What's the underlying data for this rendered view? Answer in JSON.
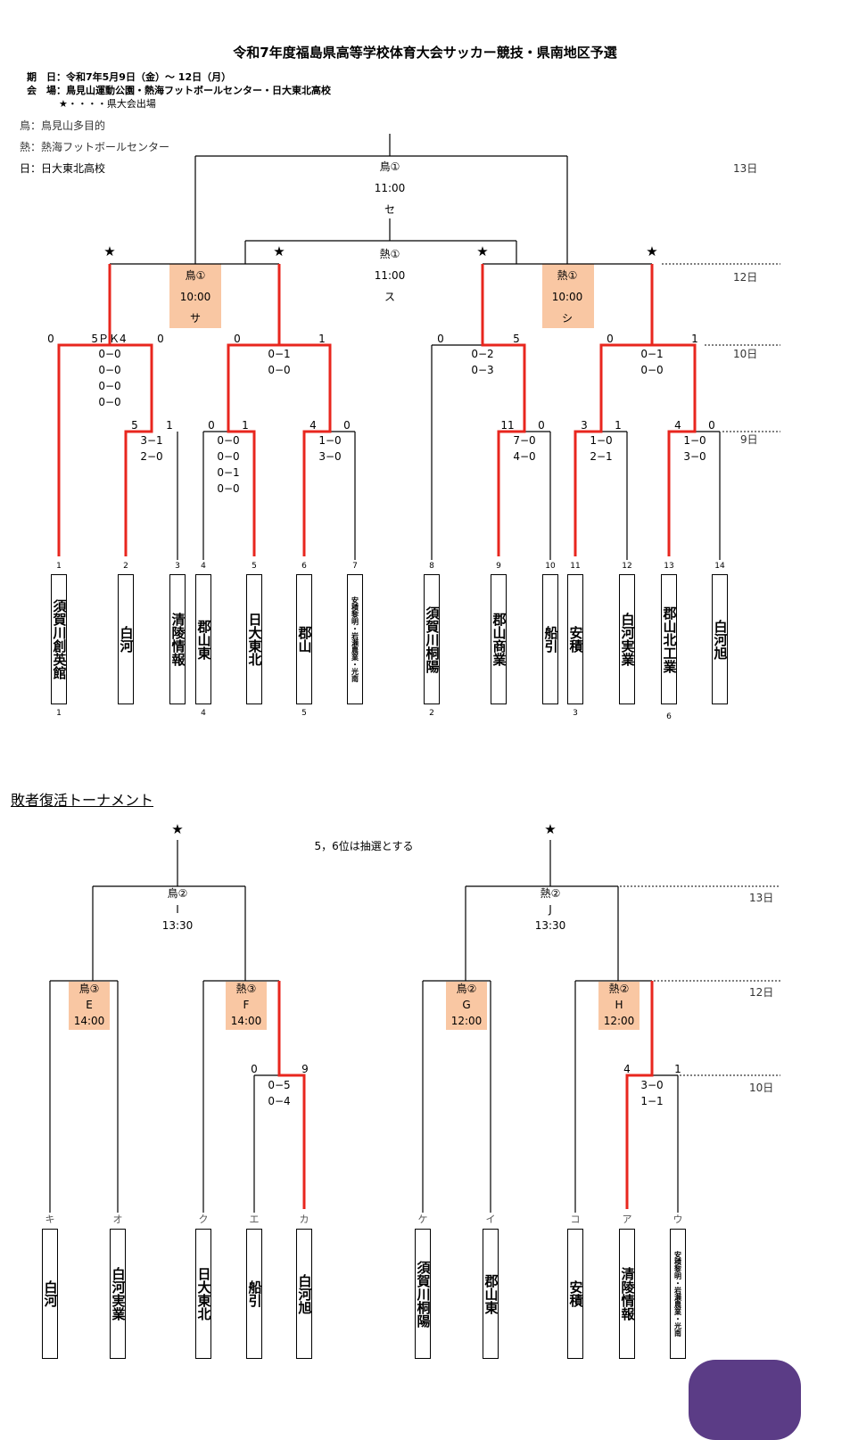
{
  "title": "令和7年度福島県高等学校体育大会サッカー競技・県南地区予選",
  "info": {
    "dates": "期　日：令和7年5月9日（金）～ 12日（月）",
    "venues": "会　場：鳥見山運動公園・熱海フットボールセンター・日大東北高校",
    "star_note": "★・・・・県大会出場"
  },
  "legend": [
    "鳥：鳥見山多目的",
    "熱：熱海フットボールセンター",
    "日：日大東北高校"
  ],
  "days": {
    "d13": "13日",
    "d12": "12日",
    "d10": "10日",
    "d9": "9日"
  },
  "main": {
    "final": {
      "venue": "鳥①",
      "time": "11:00",
      "code": "セ"
    },
    "semi": {
      "venue": "熱①",
      "time": "11:00",
      "code": "ス"
    },
    "qf_left": {
      "venue": "鳥①",
      "time": "10:00",
      "code": "サ"
    },
    "qf_right": {
      "venue": "熱①",
      "time": "10:00",
      "code": "シ"
    },
    "star": "★",
    "r2_scores": {
      "m1_left": "0",
      "m1_pk": "5ＰＫ4",
      "m1_right": "0",
      "m1_detail": [
        "0−0",
        "0−0",
        "0−0",
        "0−0"
      ],
      "m2_left": "0",
      "m2_right": "1",
      "m2_detail": [
        "0−1",
        "0−0"
      ],
      "m3_left": "0",
      "m3_right": "5",
      "m3_detail": [
        "0−2",
        "0−3"
      ],
      "m4_left": "0",
      "m4_right": "1",
      "m4_detail": [
        "0−1",
        "0−0"
      ]
    },
    "r1_scores": {
      "a_left": "5",
      "a_right": "1",
      "a_detail": [
        "3−1",
        "2−0"
      ],
      "b_left": "0",
      "b_right": "1",
      "b_detail": [
        "0−0",
        "0−0",
        "0−1",
        "0−0"
      ],
      "c_left": "4",
      "c_right": "0",
      "c_detail": [
        "1−0",
        "3−0"
      ],
      "d_left": "11",
      "d_right": "0",
      "d_detail": [
        "7−0",
        "4−0"
      ],
      "e_left": "3",
      "e_right": "1",
      "e_detail": [
        "1−0",
        "2−1"
      ],
      "f_left": "4",
      "f_right": "0",
      "f_detail": [
        "1−0",
        "3−0"
      ]
    },
    "teams": [
      {
        "no": "1",
        "name": "須賀川創英館",
        "seed": "1"
      },
      {
        "no": "2",
        "name": "白河",
        "seed": ""
      },
      {
        "no": "3",
        "name": "清陵情報",
        "seed": ""
      },
      {
        "no": "4",
        "name": "郡山東",
        "seed": "4"
      },
      {
        "no": "5",
        "name": "日大東北",
        "seed": ""
      },
      {
        "no": "6",
        "name": "郡山",
        "seed": "5"
      },
      {
        "no": "7",
        "name": "安積黎明・岩瀬農業・光南",
        "seed": ""
      },
      {
        "no": "8",
        "name": "須賀川桐陽",
        "seed": "2"
      },
      {
        "no": "9",
        "name": "郡山商業",
        "seed": ""
      },
      {
        "no": "10",
        "name": "船引",
        "seed": ""
      },
      {
        "no": "11",
        "name": "安積",
        "seed": "3"
      },
      {
        "no": "12",
        "name": "白河実業",
        "seed": ""
      },
      {
        "no": "13",
        "name": "郡山北工業",
        "seed": "6"
      },
      {
        "no": "14",
        "name": "白河旭",
        "seed": ""
      }
    ]
  },
  "repechage": {
    "title": "敗者復活トーナメント",
    "note": "5，6位は抽選とする",
    "left_final": {
      "venue": "鳥②",
      "code": "I",
      "time": "13:30"
    },
    "right_final": {
      "venue": "熱②",
      "code": "J",
      "time": "13:30"
    },
    "semis": [
      {
        "venue": "鳥③",
        "code": "E",
        "time": "14:00"
      },
      {
        "venue": "熱③",
        "code": "F",
        "time": "14:00"
      },
      {
        "venue": "鳥②",
        "code": "G",
        "time": "12:00"
      },
      {
        "venue": "熱②",
        "code": "H",
        "time": "12:00"
      }
    ],
    "r1_left": {
      "l": "0",
      "r": "9",
      "detail": [
        "0−5",
        "0−4"
      ]
    },
    "r1_right": {
      "l": "4",
      "r": "1",
      "detail": [
        "3−0",
        "1−1"
      ]
    },
    "teams": [
      {
        "kana": "キ",
        "name": "白河"
      },
      {
        "kana": "オ",
        "name": "白河実業"
      },
      {
        "kana": "ク",
        "name": "日大東北"
      },
      {
        "kana": "エ",
        "name": "船引"
      },
      {
        "kana": "カ",
        "name": "白河旭"
      },
      {
        "kana": "ケ",
        "name": "須賀川桐陽"
      },
      {
        "kana": "イ",
        "name": "郡山東"
      },
      {
        "kana": "コ",
        "name": "安積"
      },
      {
        "kana": "ア",
        "name": "清陵情報"
      },
      {
        "kana": "ウ",
        "name": "安積黎明・岩瀬農業・光南"
      }
    ]
  },
  "colors": {
    "winner_line": "#e8261e",
    "highlight": "#f9c7a3",
    "button": "#5b3c86"
  }
}
